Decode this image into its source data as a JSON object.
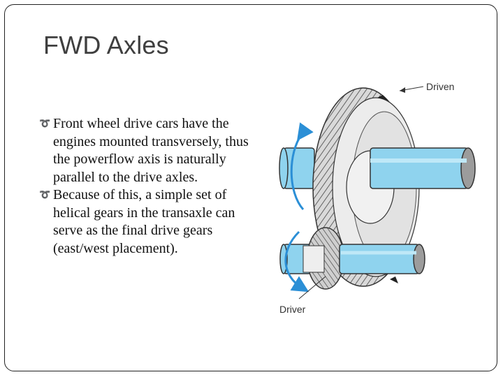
{
  "slide": {
    "title": "FWD Axles",
    "bullets": [
      "Front wheel drive cars have the engines mounted transversely, thus the powerflow axis is naturally parallel to the drive axles.",
      "Because of this, a simple set of helical gears in the transaxle can serve as the final drive gears (east/west placement)."
    ],
    "bullet_icon": "curved-bullet-icon"
  },
  "figure": {
    "driven_label": "Driven",
    "driver_label": "Driver",
    "colors": {
      "shaft": "#8fd3ee",
      "arrow": "#2b8fd6",
      "gear": "#e4e4e4",
      "outline": "#333333",
      "bullet": "#5ab4d6"
    }
  }
}
